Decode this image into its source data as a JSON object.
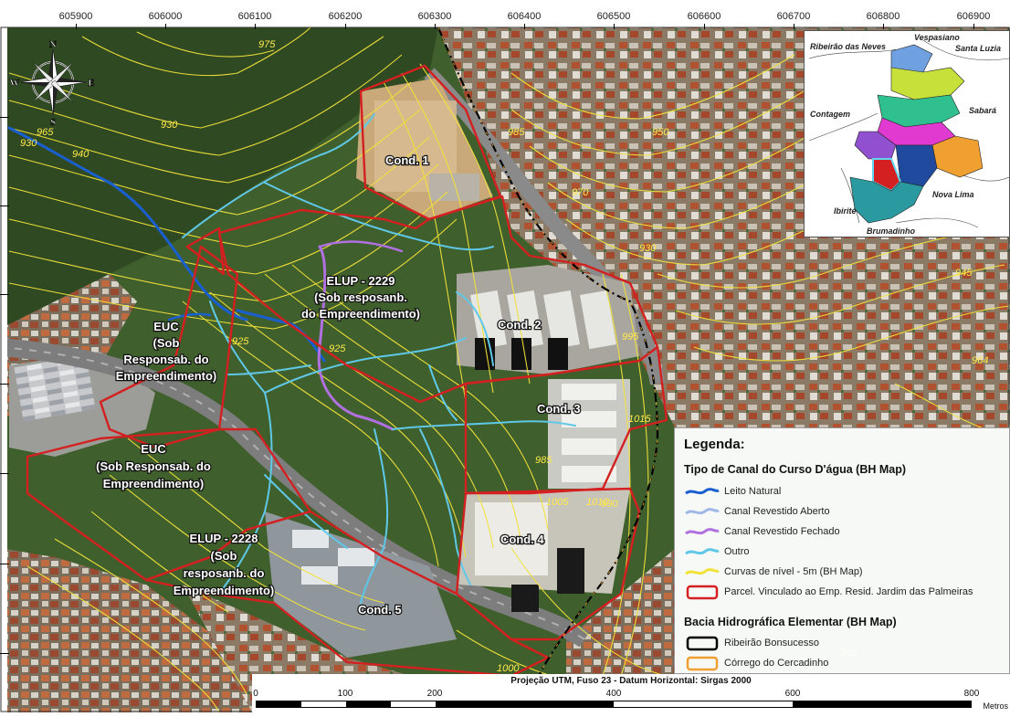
{
  "axis_x_labels": [
    "605900",
    "606000",
    "606100",
    "606200",
    "606300",
    "606400",
    "606500",
    "606600",
    "606700",
    "606800",
    "606900"
  ],
  "compass": {
    "n": "N",
    "e": "E",
    "s": "S",
    "w": "W"
  },
  "map_labels": {
    "cond1": "Cond. 1",
    "cond2": "Cond. 2",
    "cond3": "Cond. 3",
    "cond4": "Cond. 4",
    "cond5": "Cond. 5",
    "elup2229_line1": "ELUP - 2229",
    "elup2229_line2": "(Sob resposanb.",
    "elup2229_line3": "do Empreendimento)",
    "euc1_line1": "EUC",
    "euc1_line2": "(Sob",
    "euc1_line3": "Responsab. do",
    "euc1_line4": "Empreendimento)",
    "euc2_line1": "EUC",
    "euc2_line2": "(Sob Responsab. do",
    "euc2_line3": "Empreendimento)",
    "elup2228_line1": "ELUP - 2228",
    "elup2228_line2": "(Sob",
    "elup2228_line3": "resposanb. do",
    "elup2228_line4": "Empreendimento)"
  },
  "contour_labels": [
    "975",
    "965",
    "940",
    "930",
    "930",
    "970",
    "950",
    "985",
    "930",
    "945",
    "964",
    "925",
    "925",
    "985",
    "990",
    "1010",
    "1015",
    "1005",
    "1000",
    "1000",
    "995",
    "965"
  ],
  "inset": {
    "labels": [
      "Ribeirão das Neves",
      "Vespasiano",
      "Santa Luzia",
      "Contagem",
      "Sabará",
      "Nova Lima",
      "Ibirité",
      "Brumadinho"
    ]
  },
  "legend": {
    "title": "Legenda:",
    "section1": "Tipo de Canal do Curso D'água  (BH Map)",
    "items1": [
      {
        "label": "Leito Natural",
        "color": "#1a5fd0"
      },
      {
        "label": "Canal Revestido Aberto",
        "color": "#9fb8e8"
      },
      {
        "label": "Canal Revestido Fechado",
        "color": "#b070e0"
      },
      {
        "label": "Outro",
        "color": "#5fc8e8"
      },
      {
        "label": "Curvas de nível - 5m (BH Map)",
        "color": "#f2e23a"
      },
      {
        "label": "Parcel. Vinculado ao Emp. Resid. Jardim das Palmeiras",
        "color": "#d42020"
      }
    ],
    "section2": "Bacia Hidrográfica Elementar (BH Map)",
    "items2": [
      {
        "label": "Ribeirão Bonsucesso",
        "color": "#000000"
      },
      {
        "label": "Córrego do Cercadinho",
        "color": "#f0a030"
      }
    ]
  },
  "scale": {
    "title": "Projeção UTM, Fuso 23 - Datum Horizontal: Sirgas 2000",
    "ticks": [
      "0",
      "100",
      "200",
      "400",
      "600",
      "800"
    ],
    "unit": "Metros"
  }
}
